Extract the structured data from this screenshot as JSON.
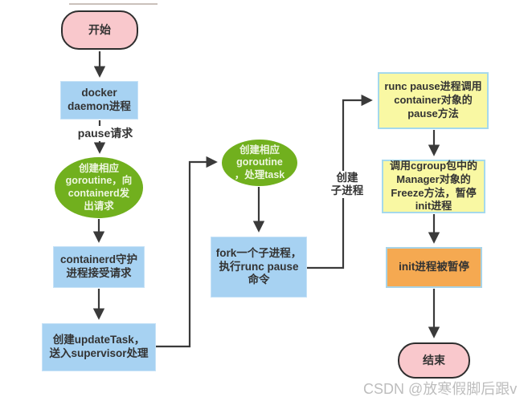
{
  "nodes": {
    "start": {
      "label": "开始"
    },
    "docker_daemon": {
      "label": "docker\ndaemon进程"
    },
    "goroutine_containerd": {
      "label": "创建相应\ngoroutine，向\ncontainerd发\n出请求"
    },
    "containerd_daemon": {
      "label": "containerd守护\n进程接受请求"
    },
    "update_task": {
      "label": "创建updateTask，\n送入supervisor处理"
    },
    "goroutine_task": {
      "label": "创建相应\ngoroutine\n，处理task"
    },
    "fork_runc": {
      "label": "fork一个子进程，\n执行runc pause\n命令"
    },
    "runc_pause_call": {
      "label": "runc pause进程调用\ncontainer对象的\npause方法"
    },
    "cgroup_freeze": {
      "label": "调用cgroup包中的\nManager对象的\nFreeze方法，暂停\ninit进程"
    },
    "init_paused": {
      "label": "init进程被暂停"
    },
    "end": {
      "label": "结束"
    }
  },
  "edge_labels": {
    "pause_request": "pause请求",
    "create_child": "创建\n子进程"
  },
  "watermark": {
    "text": "CSDN @放寒假脚后跟v"
  },
  "theme": {
    "pink_fill": "#f9c8cc",
    "pink_border": "#2e2e2e",
    "blue_fill": "#a7d2f2",
    "blue_border": "#c6e2f7",
    "green_fill": "#71b01e",
    "green_text": "#eef6e0",
    "yellow_fill": "#f9f8a3",
    "yellow_border": "#a5d9ec",
    "orange_fill": "#f5a951",
    "orange_border": "#a8d3e6",
    "line_color": "#3a3a3a",
    "text_dark": "#333333",
    "watermark_color": "#bdbdbd"
  }
}
